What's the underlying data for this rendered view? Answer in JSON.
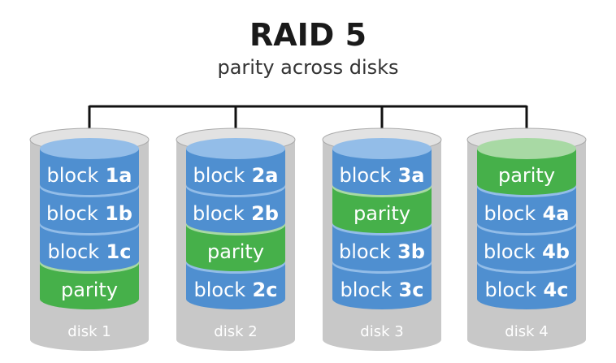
{
  "title": "RAID 5",
  "subtitle": "parity across disks",
  "colors": {
    "block_side": "#4f8fd0",
    "block_top": "#93bde8",
    "parity_side": "#46b04a",
    "parity_top": "#a8d9a4",
    "casing": "#c8c8c8",
    "casing_dark": "#a9a9a9",
    "connector": "#111111"
  },
  "disks": [
    {
      "label": "disk 1",
      "segments": [
        {
          "type": "block",
          "word": "block",
          "id": "1a"
        },
        {
          "type": "block",
          "word": "block",
          "id": "1b"
        },
        {
          "type": "block",
          "word": "block",
          "id": "1c"
        },
        {
          "type": "parity",
          "word": "parity",
          "id": ""
        }
      ]
    },
    {
      "label": "disk 2",
      "segments": [
        {
          "type": "block",
          "word": "block",
          "id": "2a"
        },
        {
          "type": "block",
          "word": "block",
          "id": "2b"
        },
        {
          "type": "parity",
          "word": "parity",
          "id": ""
        },
        {
          "type": "block",
          "word": "block",
          "id": "2c"
        }
      ]
    },
    {
      "label": "disk 3",
      "segments": [
        {
          "type": "block",
          "word": "block",
          "id": "3a"
        },
        {
          "type": "parity",
          "word": "parity",
          "id": ""
        },
        {
          "type": "block",
          "word": "block",
          "id": "3b"
        },
        {
          "type": "block",
          "word": "block",
          "id": "3c"
        }
      ]
    },
    {
      "label": "disk 4",
      "segments": [
        {
          "type": "parity",
          "word": "parity",
          "id": ""
        },
        {
          "type": "block",
          "word": "block",
          "id": "4a"
        },
        {
          "type": "block",
          "word": "block",
          "id": "4b"
        },
        {
          "type": "block",
          "word": "block",
          "id": "4c"
        }
      ]
    }
  ]
}
